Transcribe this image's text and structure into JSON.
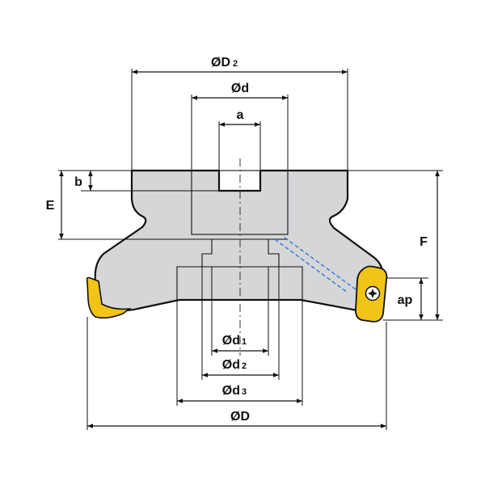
{
  "labels": {
    "D2": {
      "main": "ØD",
      "sub": "2"
    },
    "d": "Ød",
    "a": "a",
    "b": "b",
    "E": "E",
    "F": "F",
    "ap": "ap",
    "d1": {
      "main": "Ød",
      "sub": "1"
    },
    "d2": {
      "main": "Ød",
      "sub": "2"
    },
    "d3": {
      "main": "Ød",
      "sub": "3"
    },
    "D": "ØD"
  },
  "colors": {
    "body_fill": "#d4d6d8",
    "insert_fill": "#f2c418",
    "hidden_line": "#2a6fd6"
  },
  "icons": {
    "insert_screw": "torx-screw-icon"
  }
}
